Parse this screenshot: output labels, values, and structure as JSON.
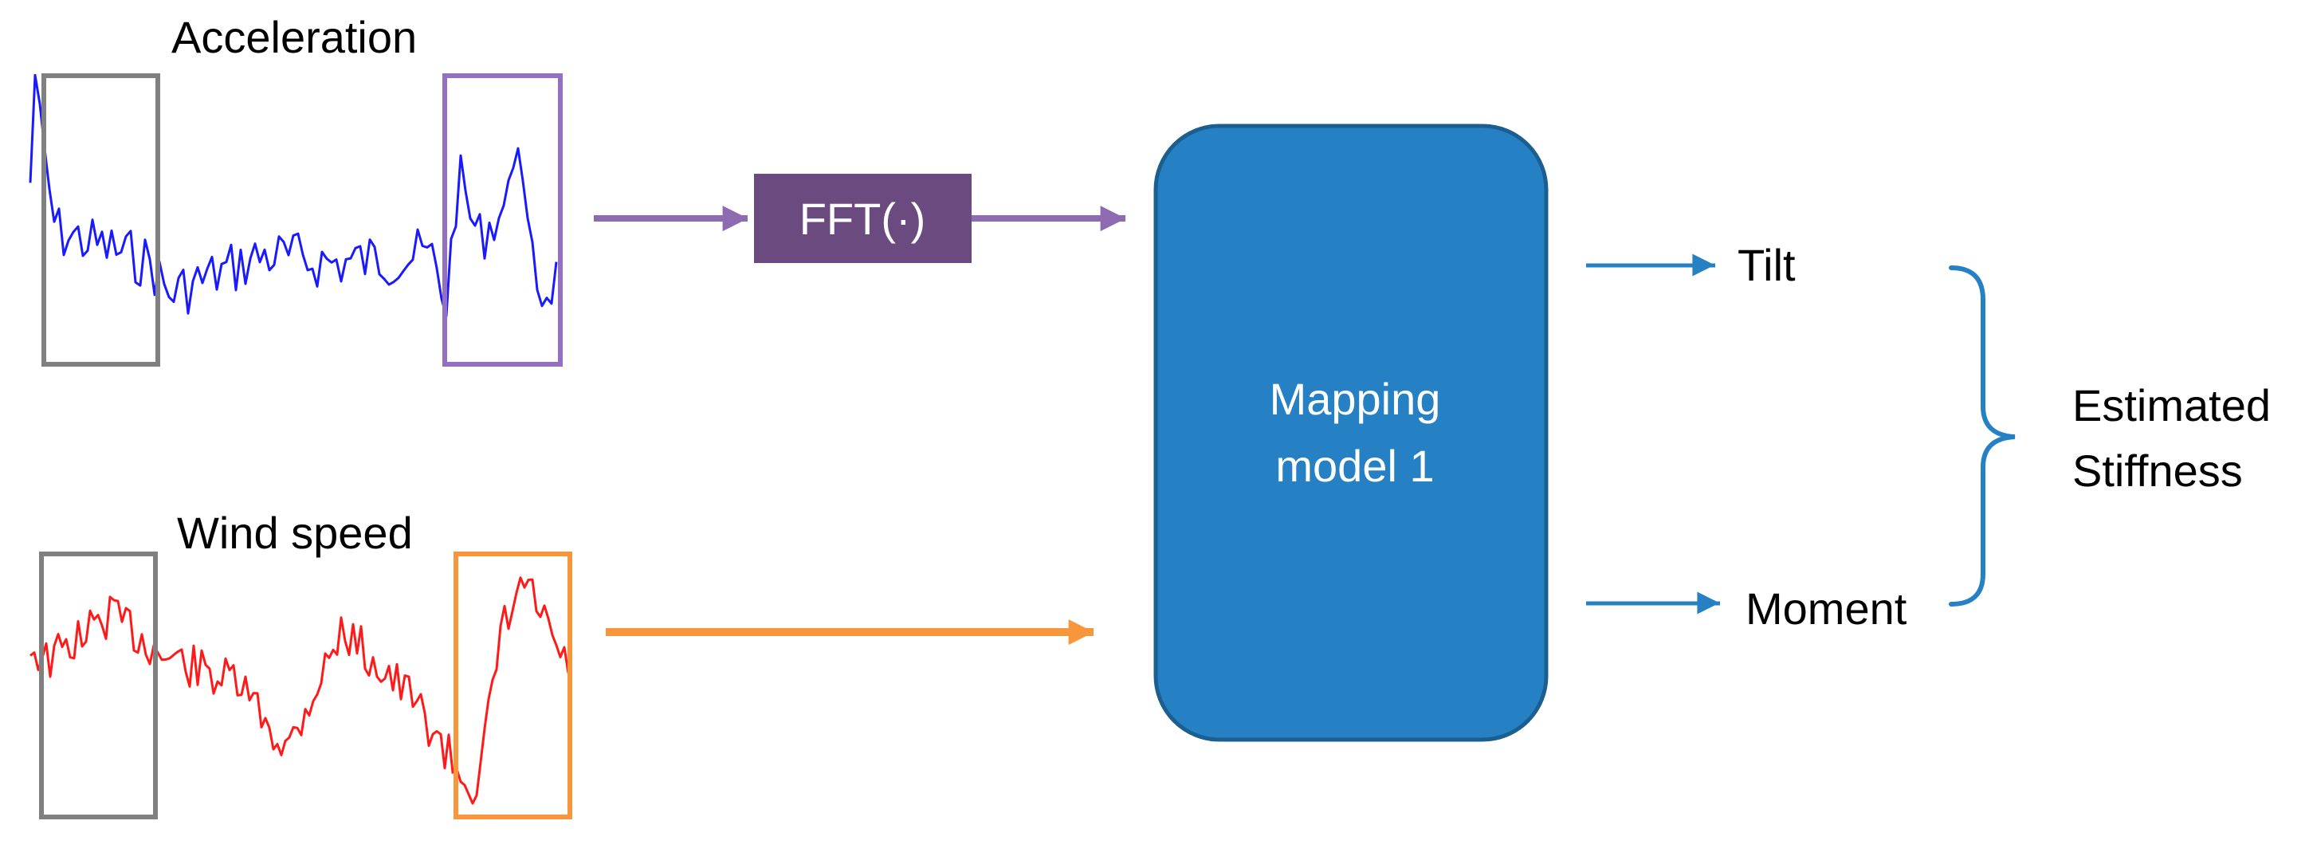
{
  "labels": {
    "acceleration": "Acceleration",
    "wind_speed": "Wind speed",
    "fft": "FFT(·)",
    "model_line1": "Mapping",
    "model_line2": "model 1",
    "tilt": "Tilt",
    "moment": "Moment",
    "estimated_line1": "Estimated",
    "estimated_line2": "Stiffness"
  },
  "colors": {
    "acceleration_signal": "#1a1aff",
    "wind_signal": "#ff1a1a",
    "window_gray": "#808080",
    "window_purple": "#9370c0",
    "window_orange": "#f7963a",
    "arrow_purple": "#8e6bb1",
    "arrow_orange": "#f7963a",
    "fft_box": "#6b4a7f",
    "model_box": "#2581c4",
    "model_border": "#1b5f91",
    "output_blue": "#2581c4"
  }
}
